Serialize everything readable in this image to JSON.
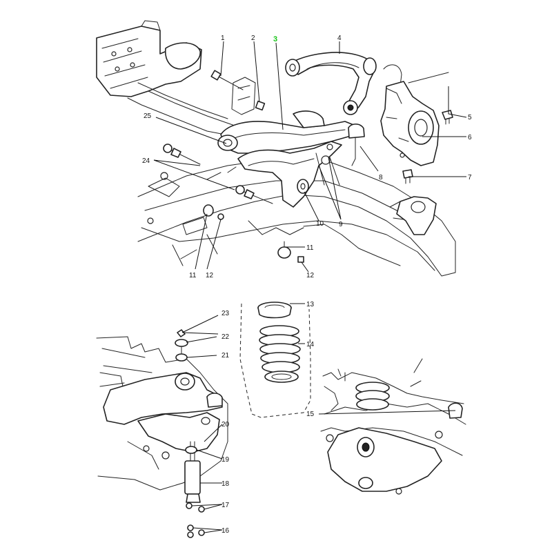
{
  "diagram_callouts": {
    "c1": "1",
    "c2": "2",
    "c3": "3",
    "c4": "4",
    "c5": "5",
    "c6": "6",
    "c7": "7",
    "c8": "8",
    "c9": "9",
    "c10": "10",
    "c11a": "11",
    "c12a": "12",
    "c11b": "11",
    "c12b": "12",
    "c13": "13",
    "c14": "14",
    "c15": "15",
    "c16": "16",
    "c17": "17",
    "c18": "18",
    "c19": "19",
    "c20": "20",
    "c21": "21",
    "c22": "22",
    "c23": "23",
    "c24": "24",
    "c25": "25"
  },
  "colors": {
    "highlight_callout": "#19c419",
    "line": "#222222",
    "background": "#ffffff"
  }
}
